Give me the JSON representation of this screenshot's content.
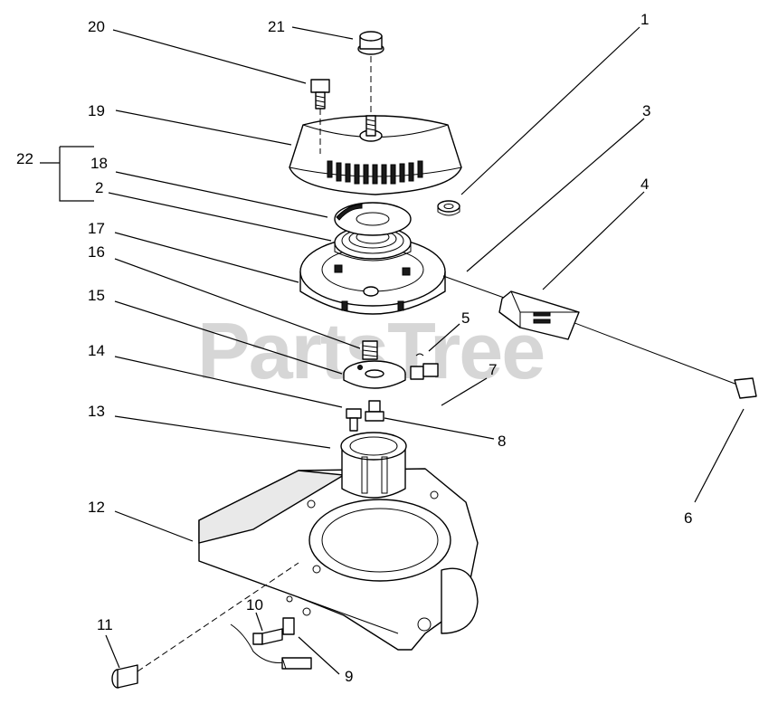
{
  "watermark": "PartsTree",
  "callouts": {
    "c1": "1",
    "c2": "2",
    "c3": "3",
    "c4": "4",
    "c5": "5",
    "c6": "6",
    "c7": "7",
    "c8": "8",
    "c9": "9",
    "c10": "10",
    "c11": "11",
    "c12": "12",
    "c13": "13",
    "c14": "14",
    "c15": "15",
    "c16": "16",
    "c17": "17",
    "c18": "18",
    "c19": "19",
    "c20": "20",
    "c21": "21",
    "c22": "22"
  }
}
